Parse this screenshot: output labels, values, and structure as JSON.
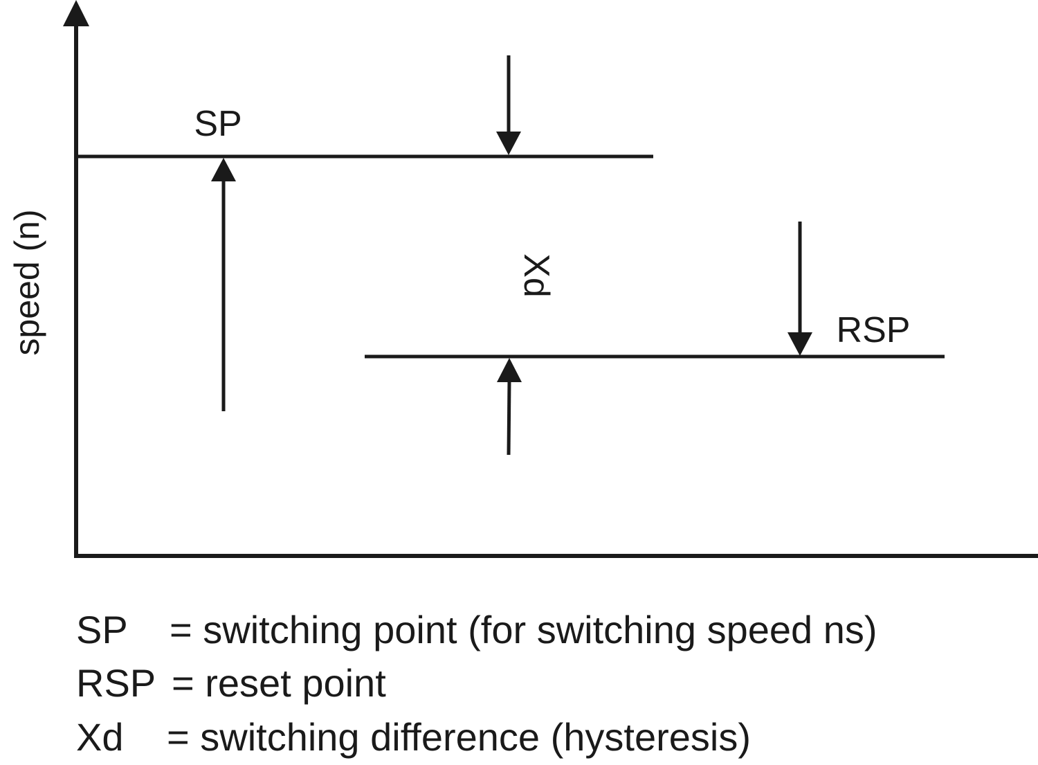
{
  "diagram": {
    "y_axis_label": "speed (n)",
    "label_sp": "SP",
    "label_rsp": "RSP",
    "label_xd": "Xd",
    "line_color": "#1a1a1a"
  },
  "legend": [
    {
      "abbr": "SP",
      "definition": "= switching point (for switching speed ns)"
    },
    {
      "abbr": "RSP",
      "definition": "= reset point"
    },
    {
      "abbr": "Xd",
      "definition": "= switching difference (hysteresis)"
    }
  ]
}
